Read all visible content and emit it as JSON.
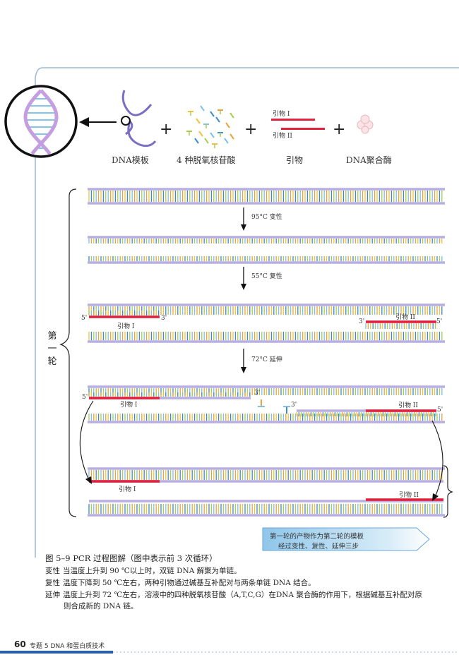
{
  "header": {
    "dna_template": "DNA模板",
    "nucleotides": "4 种脱氧核苷酸",
    "primer": "引物",
    "polymerase": "DNA聚合酶",
    "primer1": "引物 I",
    "primer2": "引物 II",
    "plus": "+"
  },
  "steps": {
    "denature": "95°C 变性",
    "anneal": "55°C 复性",
    "extend": "72°C 延伸"
  },
  "labels": {
    "five_prime": "5'",
    "three_prime": "3'",
    "primer1": "引物 I",
    "primer2": "引物 II",
    "round_one": "第一轮"
  },
  "note": {
    "line1": "第一轮的产物作为第二轮的模板",
    "line2": "经过变性、复性、延伸三步"
  },
  "caption": {
    "title": "图 5–9   PCR 过程图解（图中表示前 3 次循环）",
    "rows": [
      {
        "term": "变性",
        "text": "当温度上升到 90 ℃以上时，双链 DNA 解聚为单链。"
      },
      {
        "term": "复性",
        "text": "温度下降到 50 ℃左右，两种引物通过碱基互补配对与两条单链 DNA 结合。"
      },
      {
        "term": "延伸",
        "text": "温度上升到 72 ℃左右，溶液中的四种脱氧核苷酸（A,T,C,G）在DNA 聚合酶的作用下，根据碱基互补配对原"
      },
      {
        "term": "",
        "text": "则合成新的 DNA 链。"
      }
    ]
  },
  "footer": {
    "page": "60",
    "chapter": "专题 5  DNA 和蛋白质技术"
  },
  "colors": {
    "primer": "#e0223f",
    "strand": "#b9aee0",
    "frame": "#9ab9dc",
    "footer_bar": "#2c5fa8"
  }
}
